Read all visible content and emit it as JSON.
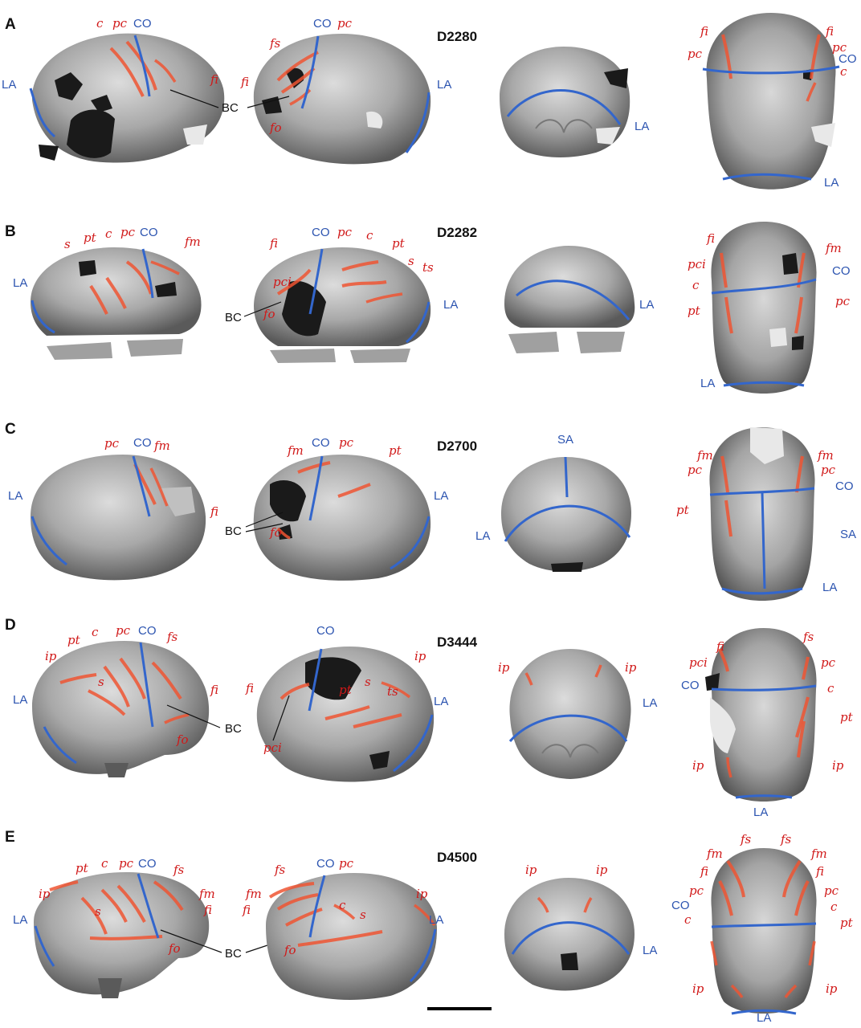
{
  "rows": [
    {
      "letter": "A",
      "specimen": "D2280",
      "left_labels": {
        "c": "c",
        "pc": "pc",
        "co": "CO",
        "fi": "fi",
        "la": "LA"
      },
      "right_labels": {
        "co": "CO",
        "pc": "pc",
        "fs": "fs",
        "fi": "fi",
        "fo": "fo",
        "la": "LA",
        "bc": "BC"
      },
      "back_labels": {
        "la": "LA"
      },
      "top_labels": {
        "fi_l": "fi",
        "pc_l": "pc",
        "fi_r": "fi",
        "pc_r": "pc",
        "co": "CO",
        "c": "c",
        "la": "LA"
      }
    },
    {
      "letter": "B",
      "specimen": "D2282",
      "left_labels": {
        "s": "s",
        "pt": "pt",
        "c": "c",
        "pc": "pc",
        "co": "CO",
        "fm": "fm",
        "la": "LA"
      },
      "right_labels": {
        "fi": "fi",
        "co": "CO",
        "pc": "pc",
        "c": "c",
        "pt": "pt",
        "s": "s",
        "ts": "ts",
        "pci": "pci",
        "fo": "fo",
        "la": "LA",
        "bc": "BC"
      },
      "back_labels": {
        "la": "LA"
      },
      "top_labels": {
        "fi": "fi",
        "fm": "fm",
        "pci": "pci",
        "co": "CO",
        "c": "c",
        "pc": "pc",
        "pt": "pt",
        "la": "LA"
      }
    },
    {
      "letter": "C",
      "specimen": "D2700",
      "left_labels": {
        "pc": "pc",
        "co": "CO",
        "fm": "fm",
        "fi": "fi",
        "la": "LA"
      },
      "right_labels": {
        "fm": "fm",
        "co": "CO",
        "pc": "pc",
        "pt": "pt",
        "fo": "fo",
        "la": "LA",
        "bc": "BC"
      },
      "back_labels": {
        "sa": "SA",
        "la": "LA"
      },
      "top_labels": {
        "fm_l": "fm",
        "pc_l": "pc",
        "fm_r": "fm",
        "pc_r": "pc",
        "co": "CO",
        "pt": "pt",
        "sa": "SA",
        "la": "LA"
      }
    },
    {
      "letter": "D",
      "specimen": "D3444",
      "left_labels": {
        "pt": "pt",
        "c": "c",
        "pc": "pc",
        "co": "CO",
        "fs": "fs",
        "ip": "ip",
        "s": "s",
        "fi": "fi",
        "fo": "fo",
        "la": "LA",
        "bc": "BC"
      },
      "right_labels": {
        "co": "CO",
        "ip": "ip",
        "fi": "fi",
        "pt": "pt",
        "s": "s",
        "ts": "ts",
        "pci": "pci",
        "la": "LA"
      },
      "back_labels": {
        "ip_l": "ip",
        "ip_r": "ip",
        "la": "LA"
      },
      "top_labels": {
        "fi": "fi",
        "fs": "fs",
        "pci": "pci",
        "pc": "pc",
        "co": "CO",
        "c": "c",
        "pt": "pt",
        "ip_l": "ip",
        "ip_r": "ip",
        "la": "LA"
      }
    },
    {
      "letter": "E",
      "specimen": "D4500",
      "left_labels": {
        "pt": "pt",
        "c": "c",
        "pc": "pc",
        "co": "CO",
        "fs": "fs",
        "ip": "ip",
        "fm": "fm",
        "fi": "fi",
        "s": "s",
        "fo": "fo",
        "la": "LA",
        "bc": "BC"
      },
      "right_labels": {
        "fs": "fs",
        "co": "CO",
        "pc": "pc",
        "fm": "fm",
        "fi": "fi",
        "c": "c",
        "s": "s",
        "fo": "fo",
        "ip": "ip",
        "la": "LA"
      },
      "back_labels": {
        "ip_l": "ip",
        "ip_r": "ip",
        "la": "LA"
      },
      "top_labels": {
        "fs_l": "fs",
        "fs_r": "fs",
        "fm_l": "fm",
        "fm_r": "fm",
        "fi_l": "fi",
        "fi_r": "fi",
        "pc_l": "pc",
        "pc_r": "pc",
        "co": "CO",
        "c_l": "c",
        "c_r": "c",
        "pt": "pt",
        "ip_l": "ip",
        "ip_r": "ip",
        "la": "LA"
      }
    }
  ],
  "colors": {
    "sulcus": "#ee5533",
    "suture": "#3366cc",
    "label_red": "#d01818",
    "label_blue": "#2c54b0",
    "endocast": "#8e8e8e",
    "hole": "#1a1a1a"
  }
}
